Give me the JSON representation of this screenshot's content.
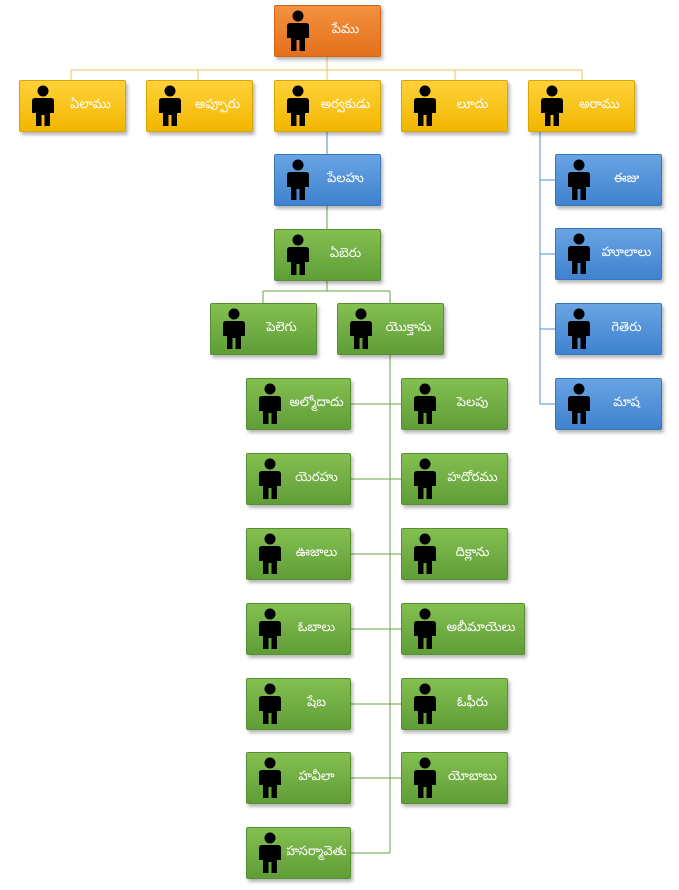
{
  "root": {
    "name": "పేము"
  },
  "level1": [
    {
      "key": "elamu",
      "name": "ఏలాము"
    },
    {
      "key": "appuru",
      "name": "అప్పూరు"
    },
    {
      "key": "arvakudu",
      "name": "అర్వకుడు"
    },
    {
      "key": "ludu",
      "name": "లూదు"
    },
    {
      "key": "aramu",
      "name": "అరాము"
    }
  ],
  "blue": [
    {
      "key": "pelahu",
      "name": "పేలహు"
    },
    {
      "key": "eju",
      "name": "ఈజు"
    },
    {
      "key": "hulalu",
      "name": "హూలాలు"
    },
    {
      "key": "geteru",
      "name": "గెతెరు"
    },
    {
      "key": "masha",
      "name": "మాష"
    }
  ],
  "green": [
    {
      "key": "eberu",
      "name": "ఏబెరు"
    },
    {
      "key": "pelegu",
      "name": "పెలెగు"
    },
    {
      "key": "yoktanu",
      "name": "యొక్తాను"
    },
    {
      "key": "almodadu",
      "name": "అల్మోదాదు"
    },
    {
      "key": "yerahu",
      "name": "యెరహు"
    },
    {
      "key": "ujalu",
      "name": "ఊజాలు"
    },
    {
      "key": "obalu",
      "name": "ఓబాలు"
    },
    {
      "key": "peba",
      "name": "షేబ"
    },
    {
      "key": "havila",
      "name": "హవీలా"
    },
    {
      "key": "hasarmavetu",
      "name": "హసర్మావెతు"
    },
    {
      "key": "pelapu",
      "name": "పెలపు"
    },
    {
      "key": "hadoramu",
      "name": "హదోరము"
    },
    {
      "key": "diklanu",
      "name": "దిక్లాను"
    },
    {
      "key": "abimayelu",
      "name": "అబీమాయెలు"
    },
    {
      "key": "opiru",
      "name": "ఓఫీరు"
    },
    {
      "key": "yobabu",
      "name": "యోబాబు"
    }
  ],
  "colors": {
    "root": "#e5701b",
    "level1": "#f2b600",
    "blue": "#3f82cf",
    "green": "#5f9d36",
    "connector_yellow": "#e8c55a",
    "connector_blue": "#4f8fd6",
    "connector_green": "#6aa63f"
  },
  "icon": "person-icon"
}
